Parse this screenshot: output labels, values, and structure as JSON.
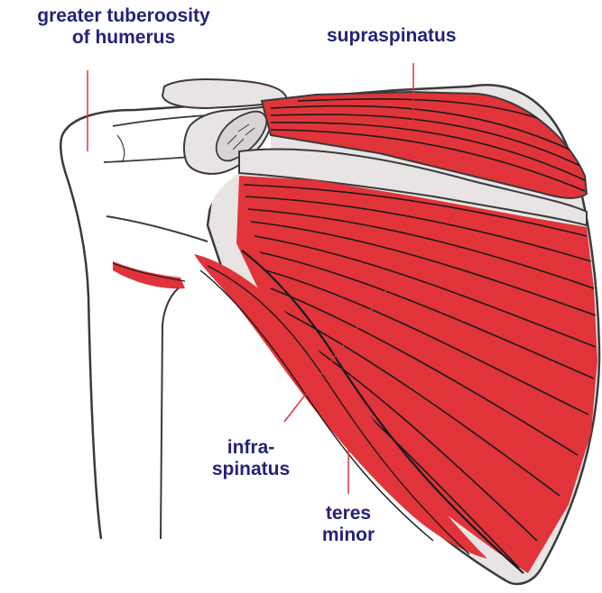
{
  "labels": {
    "greater_tuberosity_line1": "greater tuberoosity",
    "greater_tuberosity_line2": "of humerus",
    "supraspinatus": "supraspinatus",
    "infraspinatus_line1": "infra-",
    "infraspinatus_line2": "spinatus",
    "teres_minor_line1": "teres",
    "teres_minor_line2": "minor"
  },
  "colors": {
    "label_text": "#23237a",
    "bone_fill": "#e8e4e4",
    "outline": "#3a3a3a",
    "muscle_red": "#e0343a",
    "fiber_dark": "#1a1a1a",
    "leader_line": "#e0343a"
  }
}
